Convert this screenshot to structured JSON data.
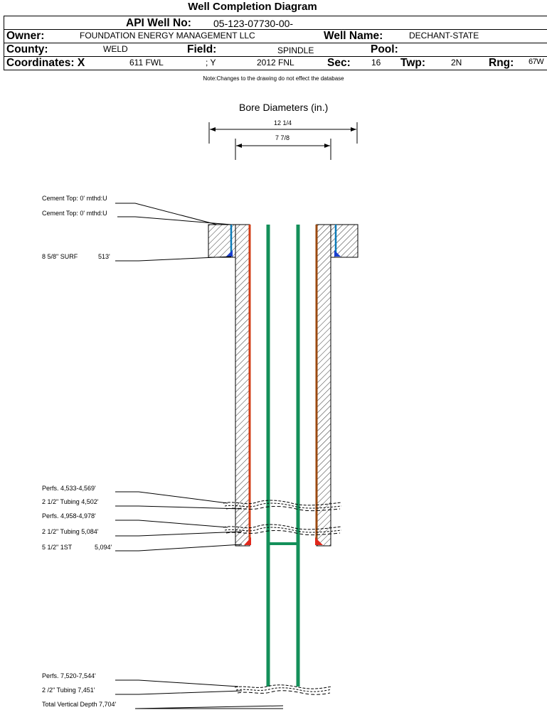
{
  "title": "Well Completion Diagram",
  "header": {
    "api_label": "API Well No:",
    "api_value": "05-123-07730-00-",
    "owner_label": "Owner:",
    "owner_value": "FOUNDATION ENERGY MANAGEMENT LLC",
    "wellname_label": "Well Name:",
    "wellname_value": "DECHANT-STATE",
    "county_label": "County:",
    "county_value": "WELD",
    "field_label": "Field:",
    "field_value": "SPINDLE",
    "pool_label": "Pool:",
    "pool_value": "",
    "coords_label": "Coordinates: X",
    "x_value": "611 FWL",
    "y_label": "; Y",
    "y_value": "2012 FNL",
    "sec_label": "Sec:",
    "sec_value": "16",
    "twp_label": "Twp:",
    "twp_value": "2N",
    "rng_label": "Rng:",
    "rng_value": "67W"
  },
  "note": "Note:Changes to the drawing do not effect the database",
  "bore": {
    "title": "Bore Diameters (in.)",
    "outer": "12 1/4",
    "inner": "7 7/8"
  },
  "labels": {
    "cement1": "Cement Top: 0' mthd:U",
    "cement2": "Cement Top: 0' mthd:U",
    "surf_name": "8 5/8\" SURF",
    "surf_depth": "513'",
    "perfs1": "Perfs. 4,533-4,569'",
    "tubing1": "2 1/2\" Tubing 4,502'",
    "perfs2": "Perfs. 4,958-4,978'",
    "tubing2": "2 1/2\" Tubing 5,084'",
    "st_name": "5 1/2\" 1ST",
    "st_depth": "5,094'",
    "perfs3": "Perfs. 7,520-7,544'",
    "tubing3": "2 /2\" Tubing 7,451'",
    "tvd": "Total Vertical Depth 7,704'"
  },
  "colors": {
    "casing_surface": "#0b7bb8",
    "casing_production_left": "#d23c16",
    "casing_production_right": "#9b4a10",
    "tubing": "#14905a",
    "cement_marker": "#1a3fd0",
    "shoe_marker": "#e0281c"
  }
}
